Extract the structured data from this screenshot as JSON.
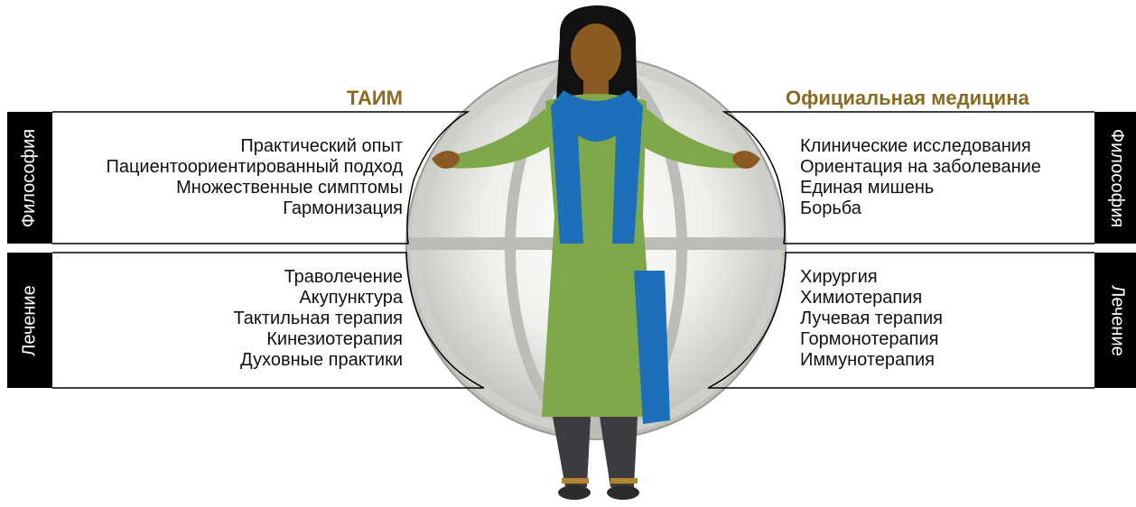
{
  "left_panel": {
    "title": "ТАИМ",
    "philosophy_label": "Философия",
    "treatment_label": "Лечение",
    "philosophy_items": [
      "Практический опыт",
      "Пациентоориентированный подход",
      "Множественные симптомы",
      "Гармонизация"
    ],
    "treatment_items": [
      "Траволечение",
      "Акупунктура",
      "Тактильная терапия",
      "Кинезиотерапия",
      "Духовные практики"
    ]
  },
  "right_panel": {
    "title": "Официальная медицина",
    "philosophy_label": "Философия",
    "treatment_label": "Лечение",
    "philosophy_items": [
      "Клинические исследования",
      "Ориентация на заболевание",
      "Единая мишень",
      "Борьба"
    ],
    "treatment_items": [
      "Хирургия",
      "Химиотерапия",
      "Лучевая терапия",
      "Гормонотерапия",
      "Иммунотерапия"
    ]
  },
  "colors": {
    "heading": "#8a6a1f",
    "label_background": "#000000",
    "globe_fill": "#d9d9d4",
    "tunic": "#7fa84a",
    "scarf": "#1c6fb8",
    "skin": "#8a5a22",
    "trousers": "#3a3c3f"
  }
}
